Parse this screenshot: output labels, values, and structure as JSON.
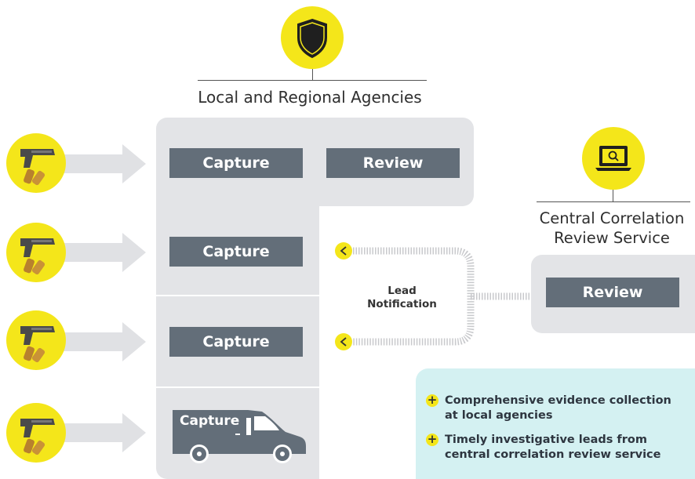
{
  "agencies": {
    "title": "Local and Regional Agencies",
    "row1": {
      "capture_label": "Capture",
      "review_label": "Review"
    },
    "row2": {
      "capture_label": "Capture"
    },
    "row3": {
      "capture_label": "Capture"
    },
    "row4": {
      "capture_label": "Capture"
    }
  },
  "central": {
    "title_line1": "Central Correlation",
    "title_line2": "Review Service",
    "review_label": "Review"
  },
  "lead": {
    "line1": "Lead",
    "line2": "Notification"
  },
  "benefits": {
    "item1_line1": "Comprehensive evidence collection",
    "item1_line2": "at local agencies",
    "item2_line1": "Timely investigative leads from",
    "item2_line2": "central correlation review service"
  },
  "icons": [
    "shield-icon",
    "laptop-search-icon",
    "handgun-casings-icon",
    "van-icon",
    "arrow-icon",
    "plus-icon"
  ],
  "colors": {
    "accent_yellow": "#f4e61a",
    "button_gray": "#636e79",
    "panel_gray": "#e3e4e7",
    "info_teal": "#d4f1f2"
  }
}
